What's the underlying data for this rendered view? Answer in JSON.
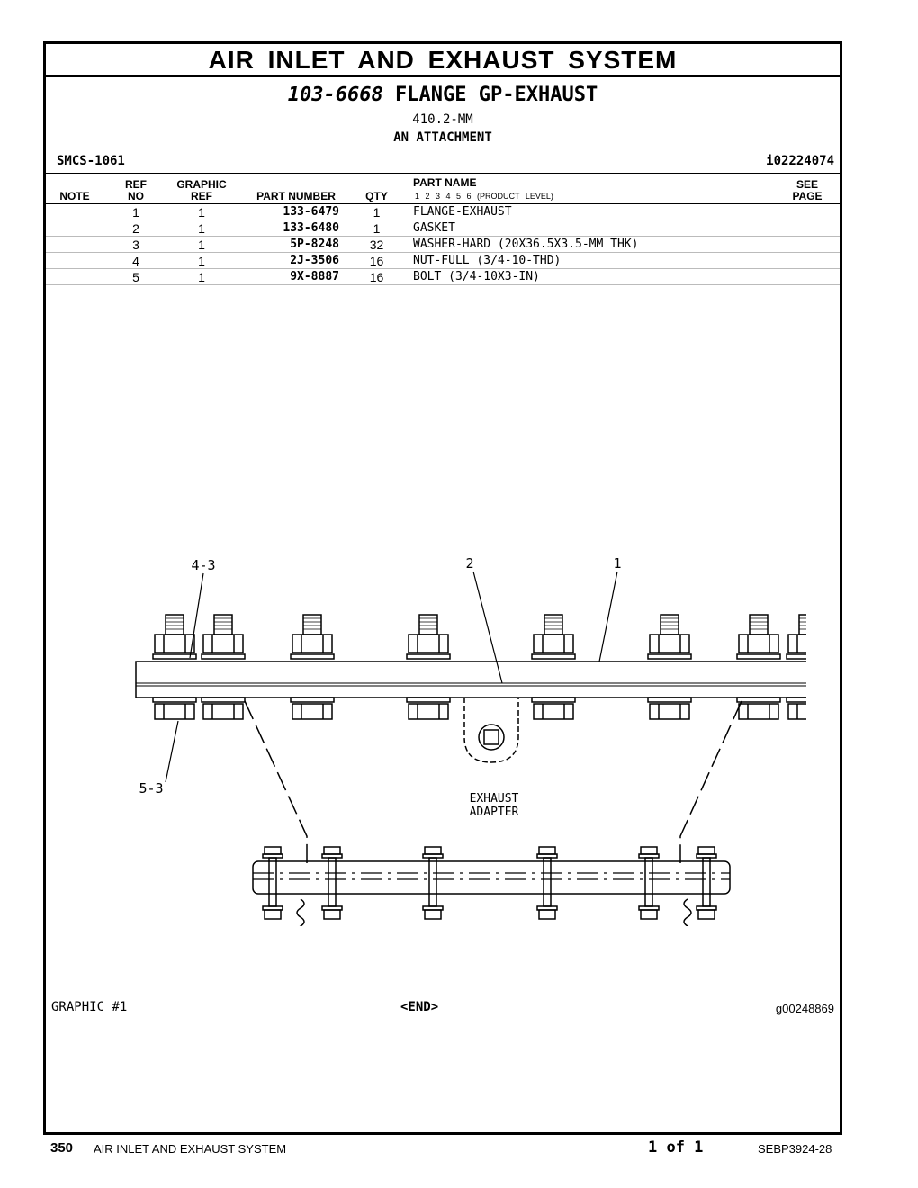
{
  "page_title": "AIR INLET AND EXHAUST SYSTEM",
  "group": {
    "part_number": "103-6668",
    "name": "FLANGE GP-EXHAUST",
    "size": "410.2-MM",
    "type": "AN ATTACHMENT"
  },
  "smcs": "SMCS-1061",
  "info_id": "i02224074",
  "table": {
    "headers": {
      "note": "NOTE",
      "ref_no_1": "REF",
      "ref_no_2": "NO",
      "graphic_ref_1": "GRAPHIC",
      "graphic_ref_2": "REF",
      "part_number": "PART NUMBER",
      "qty": "QTY",
      "part_name": "PART NAME",
      "levels": "1  2  3  4  5  6  (PRODUCT LEVEL)",
      "see_page_1": "SEE",
      "see_page_2": "PAGE"
    },
    "rows": [
      {
        "ref": "1",
        "graphic_ref": "1",
        "part_number": "133-6479",
        "qty": "1",
        "name": "FLANGE-EXHAUST"
      },
      {
        "ref": "2",
        "graphic_ref": "1",
        "part_number": "133-6480",
        "qty": "1",
        "name": "GASKET"
      },
      {
        "ref": "3",
        "graphic_ref": "1",
        "part_number": "5P-8248",
        "qty": "32",
        "name": "WASHER-HARD (20X36.5X3.5-MM THK)"
      },
      {
        "ref": "4",
        "graphic_ref": "1",
        "part_number": "2J-3506",
        "qty": "16",
        "name": "NUT-FULL (3/4-10-THD)"
      },
      {
        "ref": "5",
        "graphic_ref": "1",
        "part_number": "9X-8887",
        "qty": "16",
        "name": "BOLT (3/4-10X3-IN)"
      }
    ]
  },
  "drawing": {
    "callouts": {
      "c43": "4-3",
      "c2": "2",
      "c1": "1",
      "c53": "5-3"
    },
    "adapter_line1": "EXHAUST",
    "adapter_line2": "ADAPTER"
  },
  "graphic_label": "GRAPHIC #1",
  "end_label": "<END>",
  "graphic_id": "g00248869",
  "footer": {
    "page_number": "350",
    "section": "AIR INLET AND EXHAUST SYSTEM",
    "page_count": "1 of 1",
    "doc_id": "SEBP3924-28"
  }
}
